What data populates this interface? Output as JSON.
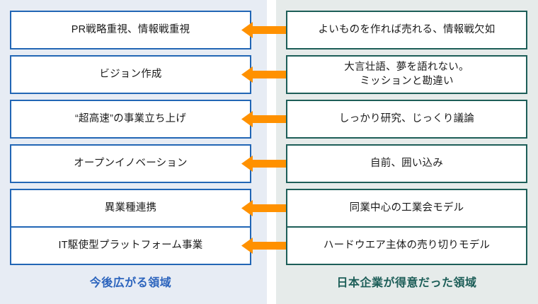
{
  "theme": {
    "left_panel_bg": "#e7ecf4",
    "right_panel_bg": "#e6ebea",
    "left_border": "#2266b5",
    "right_border": "#1d5e58",
    "arrow_color": "#ff9100",
    "left_caption_color": "#2c64bd",
    "right_caption_color": "#1d5e58",
    "box_bg": "#ffffff",
    "page_bg": "#ffffff"
  },
  "left_column": {
    "caption": "今後広がる領域",
    "items": [
      {
        "text": "PR戦略重視、情報戦重視"
      },
      {
        "text": "ビジョン作成"
      },
      {
        "text": "“超高速”の事業立ち上げ"
      },
      {
        "text": "オープンイノベーション"
      },
      {
        "text": "異業種連携"
      },
      {
        "text": "IT駆使型プラットフォーム事業"
      }
    ]
  },
  "right_column": {
    "caption": "日本企業が得意だった領域",
    "items": [
      {
        "text": "よいものを作れば売れる、情報戦欠如"
      },
      {
        "text": "大言壮語、夢を語れない。\nミッションと勘違い"
      },
      {
        "text": "しっかり研究、じっくり議論"
      },
      {
        "text": "自前、囲い込み"
      },
      {
        "text": "同業中心の工業会モデル"
      },
      {
        "text": "ハードウエア主体の売り切りモデル"
      }
    ]
  },
  "connectors": [
    {
      "icon": "double-arrow-horizontal-icon"
    },
    {
      "icon": "double-arrow-horizontal-icon"
    },
    {
      "icon": "double-arrow-horizontal-icon"
    },
    {
      "icon": "double-arrow-horizontal-icon"
    },
    {
      "icon": "double-arrow-horizontal-icon"
    },
    {
      "icon": "double-arrow-horizontal-icon"
    }
  ]
}
